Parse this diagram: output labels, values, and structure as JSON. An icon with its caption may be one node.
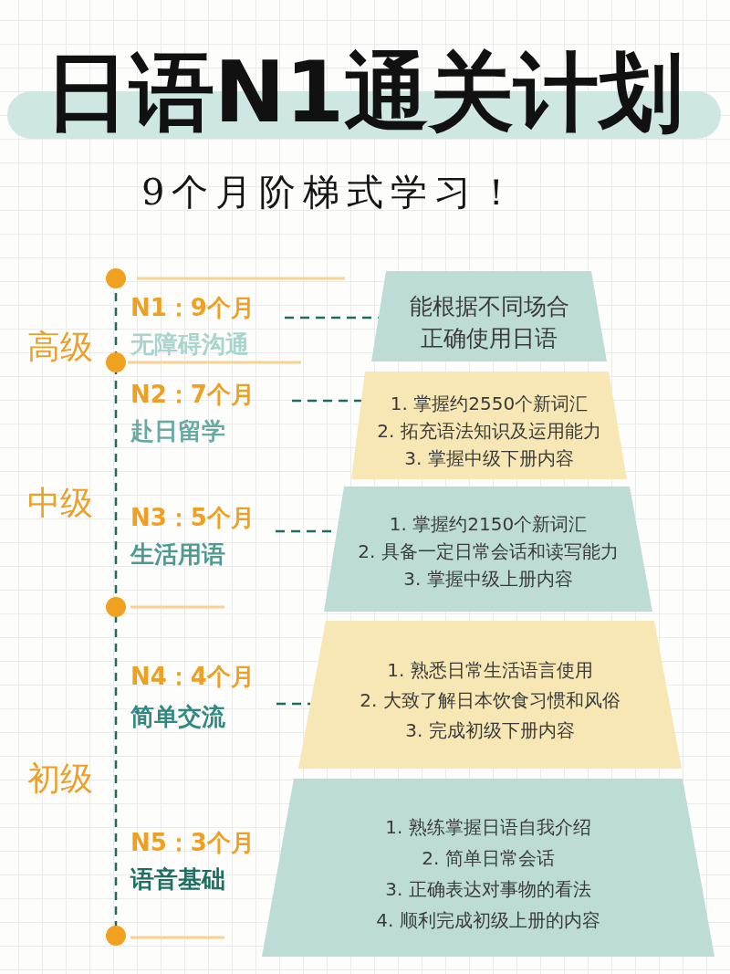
{
  "diagram": {
    "title": "日语N1通关计划",
    "nodes": [
      {
        "text": [
          "N1：9个月",
          "无障碍沟通"
        ]
      },
      {
        "text": [
          "能根据不同场合正确使用日语"
        ]
      },
      {
        "text": [
          "N2：7个月",
          "赴日留学"
        ]
      },
      {
        "text": [
          "1. 掌握约2550个新词汇",
          "2. 拓充语法知识及运用能力",
          "3. 掌握中级下册内容"
        ]
      },
      {
        "text": [
          "N3：5个月",
          "生活用语"
        ]
      },
      {
        "text": [
          "1. 掌握约2150个新词汇",
          "2. 具备一定日常会话和读写能力",
          "3. 掌握中级上册内容"
        ]
      },
      {
        "text": [
          "N4：4个月",
          "简单交流"
        ]
      },
      {
        "text": [
          "1. 熟悉日常生活语言使用",
          "2. 大致了解日本饮食习惯和风俗",
          "3. 完成初级下册内容"
        ]
      },
      {
        "text": [
          "N5：3个月",
          "语音基础"
        ]
      },
      {
        "text": [
          "1. 熟练掌握日语自我介绍",
          "2. 简单日常会话",
          "3. 正确表达对事物的看法",
          "4. 顺利完成初级上册的内容"
        ]
      }
    ],
    "edges": [
      {
        "from": 0,
        "to": 1,
        "arrow": "none",
        "style": "dashed"
      },
      {
        "from": 2,
        "to": 3,
        "arrow": "none",
        "style": "dashed"
      },
      {
        "from": 4,
        "to": 5,
        "arrow": "none",
        "style": "dashed"
      },
      {
        "from": 6,
        "to": 7,
        "arrow": "none",
        "style": "dashed"
      }
    ],
    "labels": [
      "9个月阶梯式学习！",
      "高级",
      "中级",
      "初级"
    ]
  }
}
